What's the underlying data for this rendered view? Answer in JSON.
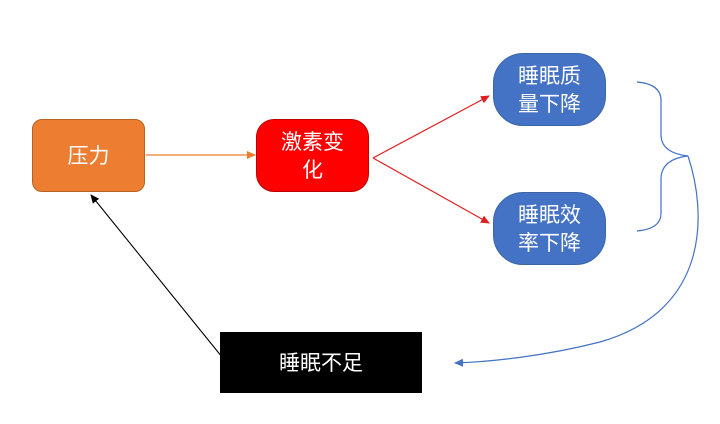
{
  "nodes": {
    "stress": {
      "label": "压力",
      "color": "#ed7d31"
    },
    "hormone_change": {
      "label": "激素变\n化",
      "color": "#ff0000"
    },
    "quality_decline": {
      "label": "睡眠质\n量下降",
      "color": "#4472c4"
    },
    "efficiency_decline": {
      "label": "睡眠效\n率下降",
      "color": "#4472c4"
    },
    "sleep_insufficient": {
      "label": "睡眠不足",
      "color": "#000000"
    }
  },
  "connector_colors": {
    "stress_to_hormone": "#ed7d31",
    "hormone_to_sleep": "#e02020",
    "brace_return": "#4472c4",
    "insufficient_to_stress": "#000000"
  }
}
